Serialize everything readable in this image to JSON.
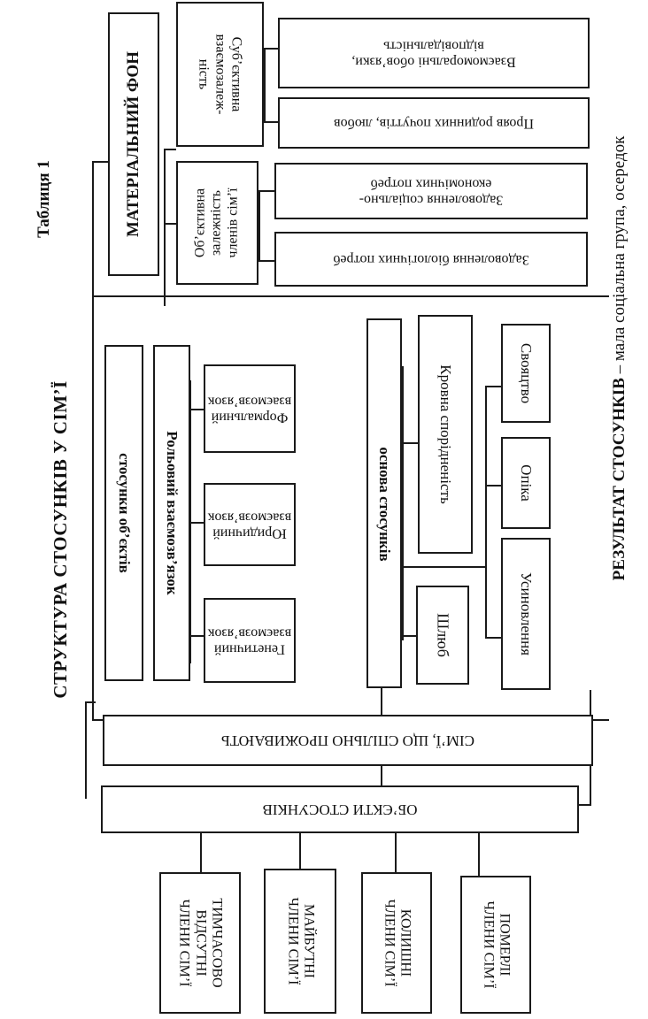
{
  "table_label": "Таблиця 1",
  "main_title": "СТРУКТУРА СТОСУНКІВ У СІМ’Ї",
  "result": {
    "bold": "РЕЗУЛЬТАТ СТОСУНКІВ",
    "rest": " – мала соціальна група, осередок"
  },
  "material": {
    "title": "МАТЕРІАЛЬНИЙ ФОН",
    "objective": [
      "Об’єктивна",
      "залежність",
      "членів сім’ї"
    ],
    "subjective": [
      "Суб’єктивна",
      "взаємозалеж-",
      "ність"
    ],
    "needs_bio": "Задоволення біологічних потреб",
    "needs_soc": [
      "Задоволення соціально-",
      "економічних потреб"
    ],
    "feelings": "Прояв родинних почуттів, любов",
    "moral": [
      "Взаємоморальні обов’язки,",
      "відповідальність"
    ]
  },
  "relations": {
    "objects_rel": "стосунки об’єктів",
    "role_link": "Рольовий взаємозв’язок",
    "genetic": [
      "Генетичний",
      "взаємозв’язок"
    ],
    "legal": [
      "Юридичний",
      "взаємозв’язок"
    ],
    "formal": [
      "Формальний",
      "взаємозв’язок"
    ],
    "basis": "основа стосунків",
    "kinship": "Кровна спорідненість",
    "marriage": "Шлюб",
    "adoption": "Усиновлення",
    "guardianship": "Опіка",
    "inlaws": "Свояцтво"
  },
  "families_live": "СІМ’Ї, ЩО СПІЛЬНО ПРОЖИВАЮТЬ",
  "objects": "ОБ’ЄКТИ СТОСУНКІВ",
  "members": {
    "temporary": [
      "ТИМЧАСОВО",
      "ВІДСУТНІ",
      "ЧЛЕНИ СІМ’Ї"
    ],
    "future": [
      "МАЙБУТНІ",
      "ЧЛЕНИ СІМ’Ї"
    ],
    "former": [
      "КОЛИШНІ",
      "ЧЛЕНИ СІМ’Ї"
    ],
    "deceased": [
      "ПОМЕРЛІ",
      "ЧЛЕНИ СІМ’Ї"
    ]
  }
}
